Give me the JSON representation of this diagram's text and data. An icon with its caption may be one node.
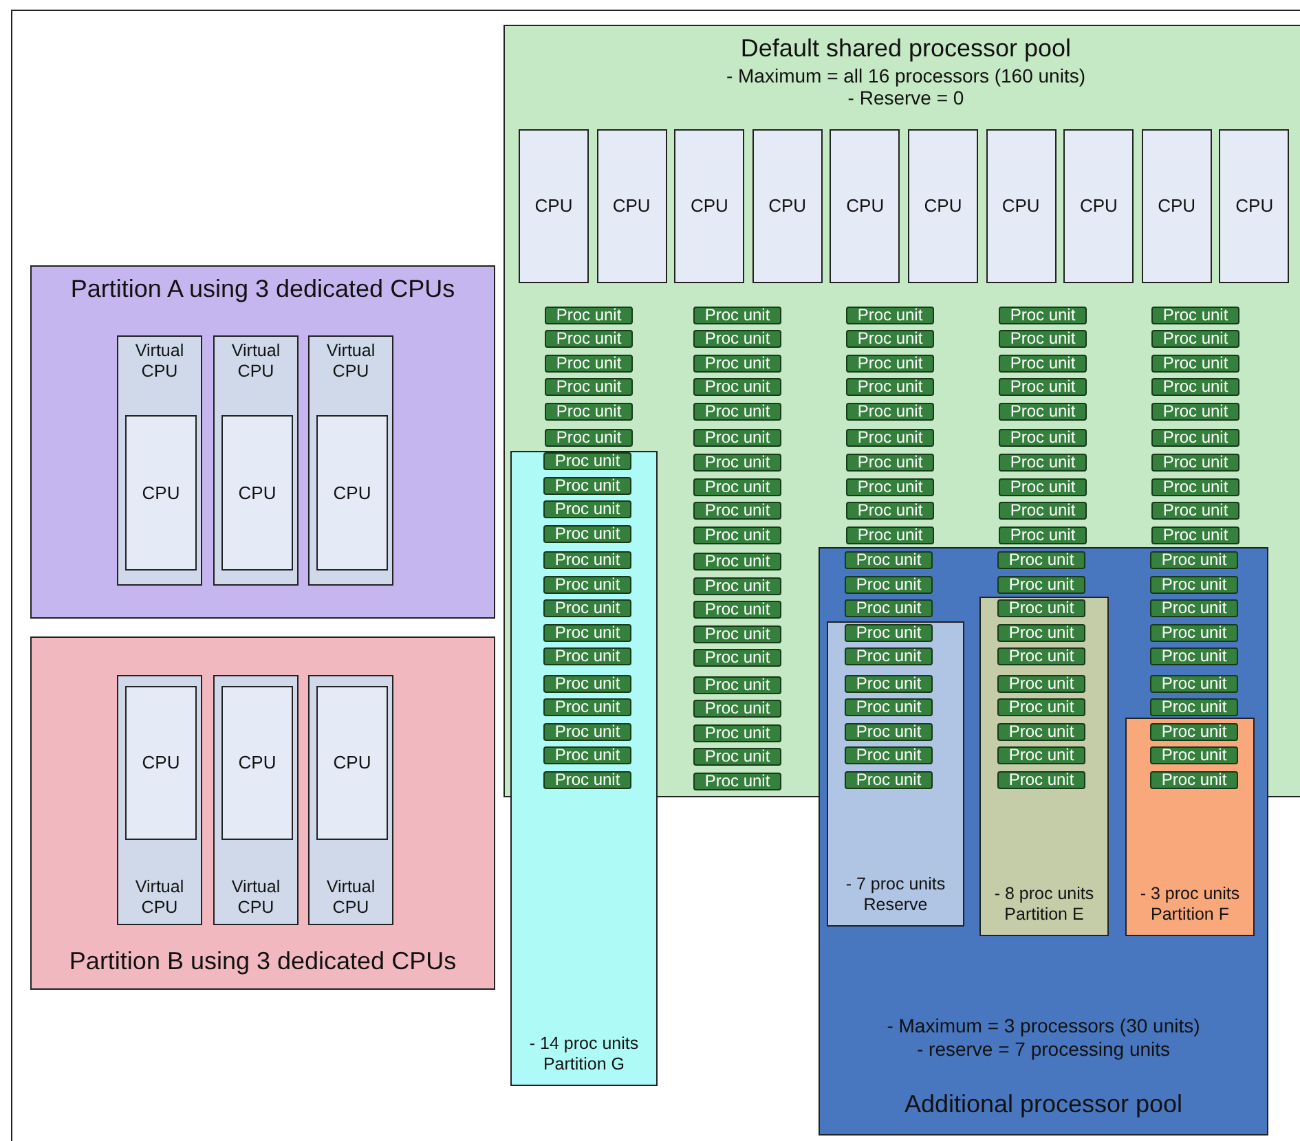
{
  "diagram": {
    "nodes": [
      {
        "text": [
          "Default shared processor pool",
          "- Maximum = all 16 processors (160 units)",
          "- Reserve = 0"
        ]
      },
      {
        "text": [
          "CPU"
        ],
        "in": 0
      },
      {
        "text": [
          "CPU"
        ],
        "in": 0
      },
      {
        "text": [
          "CPU"
        ],
        "in": 0
      },
      {
        "text": [
          "CPU"
        ],
        "in": 0
      },
      {
        "text": [
          "CPU"
        ],
        "in": 0
      },
      {
        "text": [
          "CPU"
        ],
        "in": 0
      },
      {
        "text": [
          "CPU"
        ],
        "in": 0
      },
      {
        "text": [
          "CPU"
        ],
        "in": 0
      },
      {
        "text": [
          "CPU"
        ],
        "in": 0
      },
      {
        "text": [
          "CPU"
        ],
        "in": 0
      },
      {
        "text": [
          "Partition A using 3 dedicated CPUs"
        ]
      },
      {
        "text": [
          "Virtual CPU"
        ],
        "in": 11
      },
      {
        "text": [
          "CPU"
        ],
        "in": 12
      },
      {
        "text": [
          "Virtual CPU"
        ],
        "in": 11
      },
      {
        "text": [
          "CPU"
        ],
        "in": 14
      },
      {
        "text": [
          "Virtual CPU"
        ],
        "in": 11
      },
      {
        "text": [
          "CPU"
        ],
        "in": 16
      },
      {
        "text": [
          "Partition B using 3 dedicated CPUs"
        ]
      },
      {
        "text": [
          "Virtual CPU"
        ],
        "in": 18
      },
      {
        "text": [
          "CPU"
        ],
        "in": 19
      },
      {
        "text": [
          "Virtual CPU"
        ],
        "in": 18
      },
      {
        "text": [
          "CPU"
        ],
        "in": 21
      },
      {
        "text": [
          "Virtual CPU"
        ],
        "in": 18
      },
      {
        "text": [
          "CPU"
        ],
        "in": 23
      },
      {
        "text": [
          "- 14 proc units",
          "Partition G"
        ]
      },
      {
        "text": [
          "- Maximum = 3 processors (30 units)",
          "- reserve = 7 processing units",
          "Additional processor pool"
        ]
      },
      {
        "text": [
          "- 7 proc units",
          "Reserve"
        ],
        "in": 26
      },
      {
        "text": [
          "- 8 proc units",
          "Partition E"
        ],
        "in": 26
      },
      {
        "text": [
          "- 3 proc units",
          "Partition F"
        ],
        "in": 26
      },
      {
        "text": [
          "Proc unit"
        ],
        "in": 0
      },
      {
        "text": [
          "Proc unit"
        ],
        "in": 0
      },
      {
        "text": [
          "Proc unit"
        ],
        "in": 0
      },
      {
        "text": [
          "Proc unit"
        ],
        "in": 0
      },
      {
        "text": [
          "Proc unit"
        ],
        "in": 0
      },
      {
        "text": [
          "Proc unit"
        ],
        "in": 0
      },
      {
        "text": [
          "Proc unit"
        ],
        "in": 0
      },
      {
        "text": [
          "Proc unit"
        ],
        "in": 0
      },
      {
        "text": [
          "Proc unit"
        ],
        "in": 0
      },
      {
        "text": [
          "Proc unit"
        ],
        "in": 0
      },
      {
        "text": [
          "Proc unit"
        ],
        "in": 0
      },
      {
        "text": [
          "Proc unit"
        ],
        "in": 0
      },
      {
        "text": [
          "Proc unit"
        ],
        "in": 0
      },
      {
        "text": [
          "Proc unit"
        ],
        "in": 0
      },
      {
        "text": [
          "Proc unit"
        ],
        "in": 0
      },
      {
        "text": [
          "Proc unit"
        ],
        "in": 0
      },
      {
        "text": [
          "Proc unit"
        ],
        "in": 0
      },
      {
        "text": [
          "Proc unit"
        ],
        "in": 0
      },
      {
        "text": [
          "Proc unit"
        ],
        "in": 0
      },
      {
        "text": [
          "Proc unit"
        ],
        "in": 0
      },
      {
        "text": [
          "Proc unit"
        ],
        "in": 0
      },
      {
        "text": [
          "Proc unit"
        ],
        "in": 0
      },
      {
        "text": [
          "Proc unit"
        ],
        "in": 0
      },
      {
        "text": [
          "Proc unit"
        ],
        "in": 0
      },
      {
        "text": [
          "Proc unit"
        ],
        "in": 0
      },
      {
        "text": [
          "Proc unit"
        ],
        "in": 0
      },
      {
        "text": [
          "Proc unit"
        ],
        "in": 0
      },
      {
        "text": [
          "Proc unit"
        ],
        "in": 0
      },
      {
        "text": [
          "Proc unit"
        ],
        "in": 0
      },
      {
        "text": [
          "Proc unit"
        ],
        "in": 0
      },
      {
        "text": [
          "Proc unit"
        ]
      },
      {
        "text": [
          "Proc unit"
        ],
        "in": 0
      },
      {
        "text": [
          "Proc unit"
        ],
        "in": 0
      },
      {
        "text": [
          "Proc unit"
        ],
        "in": 0
      },
      {
        "text": [
          "Proc unit"
        ],
        "in": 0
      },
      {
        "text": [
          "Proc unit"
        ]
      },
      {
        "text": [
          "Proc unit"
        ],
        "in": 0
      },
      {
        "text": [
          "Proc unit"
        ],
        "in": 0
      },
      {
        "text": [
          "Proc unit"
        ],
        "in": 0
      },
      {
        "text": [
          "Proc unit"
        ],
        "in": 0
      },
      {
        "text": [
          "Proc unit"
        ]
      },
      {
        "text": [
          "Proc unit"
        ],
        "in": 0
      },
      {
        "text": [
          "Proc unit"
        ],
        "in": 0
      },
      {
        "text": [
          "Proc unit"
        ],
        "in": 0
      },
      {
        "text": [
          "Proc unit"
        ],
        "in": 0
      },
      {
        "text": [
          "Proc unit"
        ]
      },
      {
        "text": [
          "Proc unit"
        ],
        "in": 0
      },
      {
        "text": [
          "Proc unit"
        ],
        "in": 0
      },
      {
        "text": [
          "Proc unit"
        ],
        "in": 0
      },
      {
        "text": [
          "Proc unit"
        ],
        "in": 0
      },
      {
        "text": [
          "Proc unit"
        ]
      },
      {
        "text": [
          "Proc unit"
        ],
        "in": 0
      },
      {
        "text": [
          "Proc unit"
        ]
      },
      {
        "text": [
          "Proc unit"
        ]
      },
      {
        "text": [
          "Proc unit"
        ]
      },
      {
        "text": [
          "Proc unit"
        ]
      },
      {
        "text": [
          "Proc unit"
        ],
        "in": 0
      },
      {
        "text": [
          "Proc unit"
        ]
      },
      {
        "text": [
          "Proc unit"
        ]
      },
      {
        "text": [
          "Proc unit"
        ]
      },
      {
        "text": [
          "Proc unit"
        ]
      },
      {
        "text": [
          "Proc unit"
        ],
        "in": 0
      },
      {
        "text": [
          "Proc unit"
        ]
      },
      {
        "text": [
          "Proc unit"
        ]
      },
      {
        "text": [
          "Proc unit"
        ]
      },
      {
        "text": [
          "Proc unit"
        ]
      },
      {
        "text": [
          "Proc unit"
        ],
        "in": 0
      },
      {
        "text": [
          "Proc unit"
        ]
      },
      {
        "text": [
          "Proc unit"
        ]
      },
      {
        "text": [
          "Proc unit"
        ]
      },
      {
        "text": [
          "Proc unit"
        ]
      },
      {
        "text": [
          "Proc unit"
        ],
        "in": 0
      },
      {
        "text": [
          "Proc unit"
        ]
      },
      {
        "text": [
          "Proc unit"
        ]
      },
      {
        "text": [
          "Proc unit"
        ]
      },
      {
        "text": [
          "Proc unit"
        ]
      },
      {
        "text": [
          "Proc unit"
        ],
        "in": 0
      },
      {
        "text": [
          "Proc unit"
        ]
      },
      {
        "text": [
          "Proc unit"
        ]
      },
      {
        "text": [
          "Proc unit"
        ]
      },
      {
        "text": [
          "Proc unit"
        ]
      },
      {
        "text": [
          "Proc unit"
        ],
        "in": 0
      },
      {
        "text": [
          "Proc unit"
        ]
      },
      {
        "text": [
          "Proc unit"
        ]
      },
      {
        "text": [
          "Proc unit"
        ]
      },
      {
        "text": [
          "Proc unit"
        ]
      },
      {
        "text": [
          "Proc unit"
        ],
        "in": 0
      },
      {
        "text": [
          "Proc unit"
        ]
      },
      {
        "text": [
          "Proc unit"
        ]
      },
      {
        "text": [
          "Proc unit"
        ]
      },
      {
        "text": [
          "Proc unit"
        ]
      },
      {
        "text": [
          "Proc unit"
        ],
        "in": 0
      },
      {
        "text": [
          "Proc unit"
        ]
      },
      {
        "text": [
          "Proc unit"
        ]
      },
      {
        "text": [
          "Proc unit"
        ]
      },
      {
        "text": [
          "Proc unit"
        ]
      },
      {
        "text": [
          "Proc unit"
        ],
        "in": 0
      },
      {
        "text": [
          "Proc unit"
        ]
      },
      {
        "text": [
          "Proc unit"
        ]
      },
      {
        "text": [
          "Proc unit"
        ]
      }
    ]
  }
}
